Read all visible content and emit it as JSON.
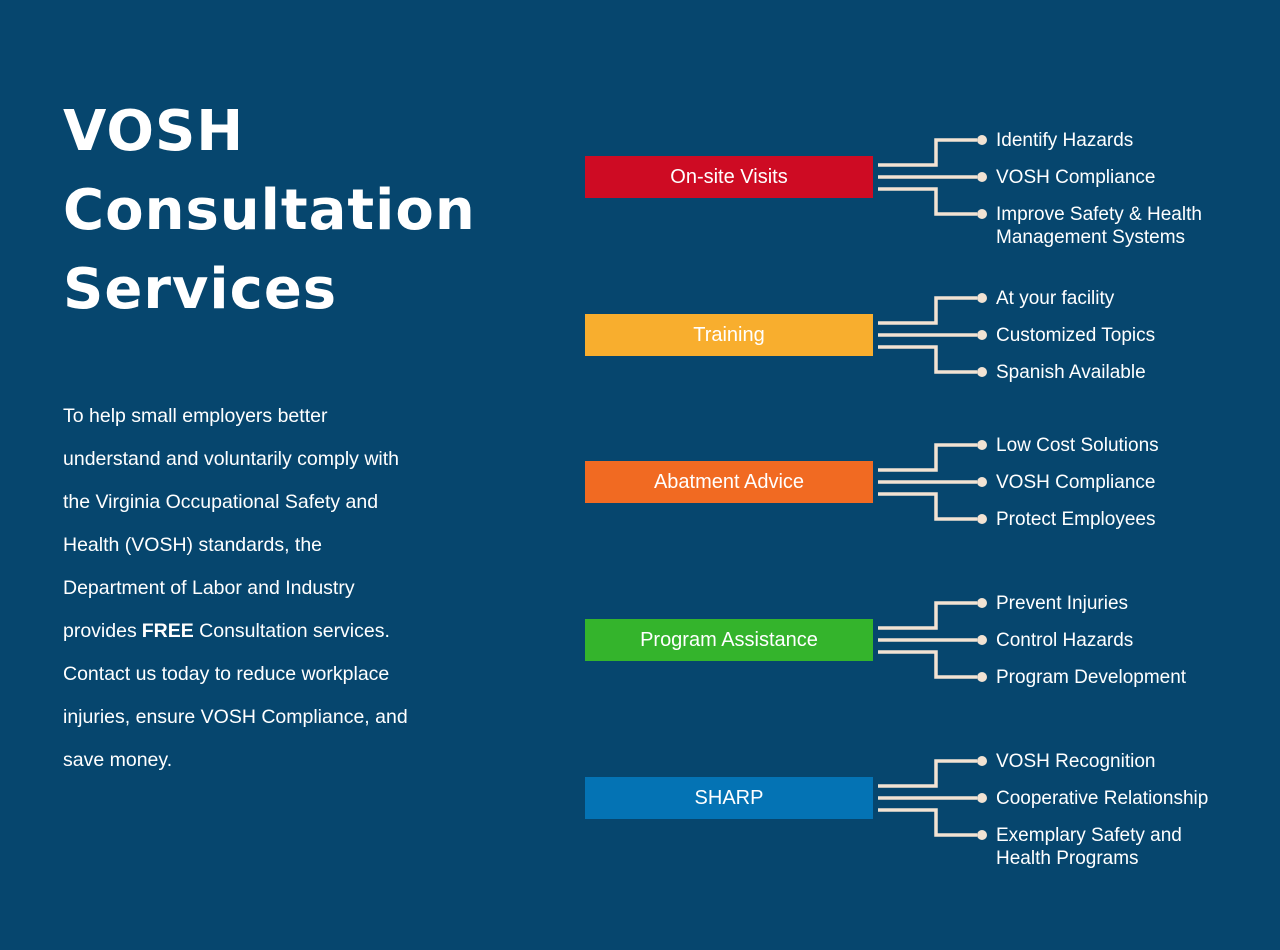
{
  "page": {
    "background": "#06466E",
    "text_color": "#FFFFFF",
    "connector_color": "#F2E3D3"
  },
  "title": {
    "lines": [
      "VOSH",
      "Consultation",
      "Services"
    ]
  },
  "intro": {
    "lines": [
      {
        "segs": [
          {
            "t": "To help small employers better",
            "b": false
          }
        ]
      },
      {
        "segs": [
          {
            "t": "understand and voluntarily comply with",
            "b": false
          }
        ]
      },
      {
        "segs": [
          {
            "t": "the Virginia Occupational Safety and",
            "b": false
          }
        ]
      },
      {
        "segs": [
          {
            "t": "Health (VOSH) standards, the",
            "b": false
          }
        ]
      },
      {
        "segs": [
          {
            "t": "Department of Labor and Industry",
            "b": false
          }
        ]
      },
      {
        "segs": [
          {
            "t": "provides",
            "b": false
          },
          {
            "t": "FREE",
            "b": true
          },
          {
            "t": " Consultation services.",
            "b": false
          }
        ]
      },
      {
        "segs": [
          {
            "t": "Contact us today to reduce workplace",
            "b": false
          }
        ]
      },
      {
        "segs": [
          {
            "t": "injuries, ensure VOSH Compliance, and",
            "b": false
          }
        ]
      },
      {
        "segs": [
          {
            "t": "save money.",
            "b": false
          }
        ]
      }
    ]
  },
  "services": [
    {
      "label": "On-site Visits",
      "color": "#CE0B23",
      "bullets": [
        "Identify Hazards",
        "VOSH Compliance",
        "Improve Safety & Health\nManagement Systems"
      ]
    },
    {
      "label": "Training",
      "color": "#F8AE2E",
      "bullets": [
        "At your facility",
        "Customized Topics",
        "Spanish Available"
      ]
    },
    {
      "label": "Abatment Advice",
      "color": "#F16A22",
      "bullets": [
        "Low Cost Solutions",
        "VOSH Compliance",
        "Protect Employees"
      ]
    },
    {
      "label": "Program Assistance",
      "color": "#34B42C",
      "bullets": [
        "Prevent Injuries",
        "Control Hazards",
        "Program Development"
      ]
    },
    {
      "label": "SHARP",
      "color": "#0473B4",
      "bullets": [
        "VOSH Recognition",
        "Cooperative Relationship",
        "Exemplary Safety and\nHealth Programs"
      ]
    }
  ]
}
